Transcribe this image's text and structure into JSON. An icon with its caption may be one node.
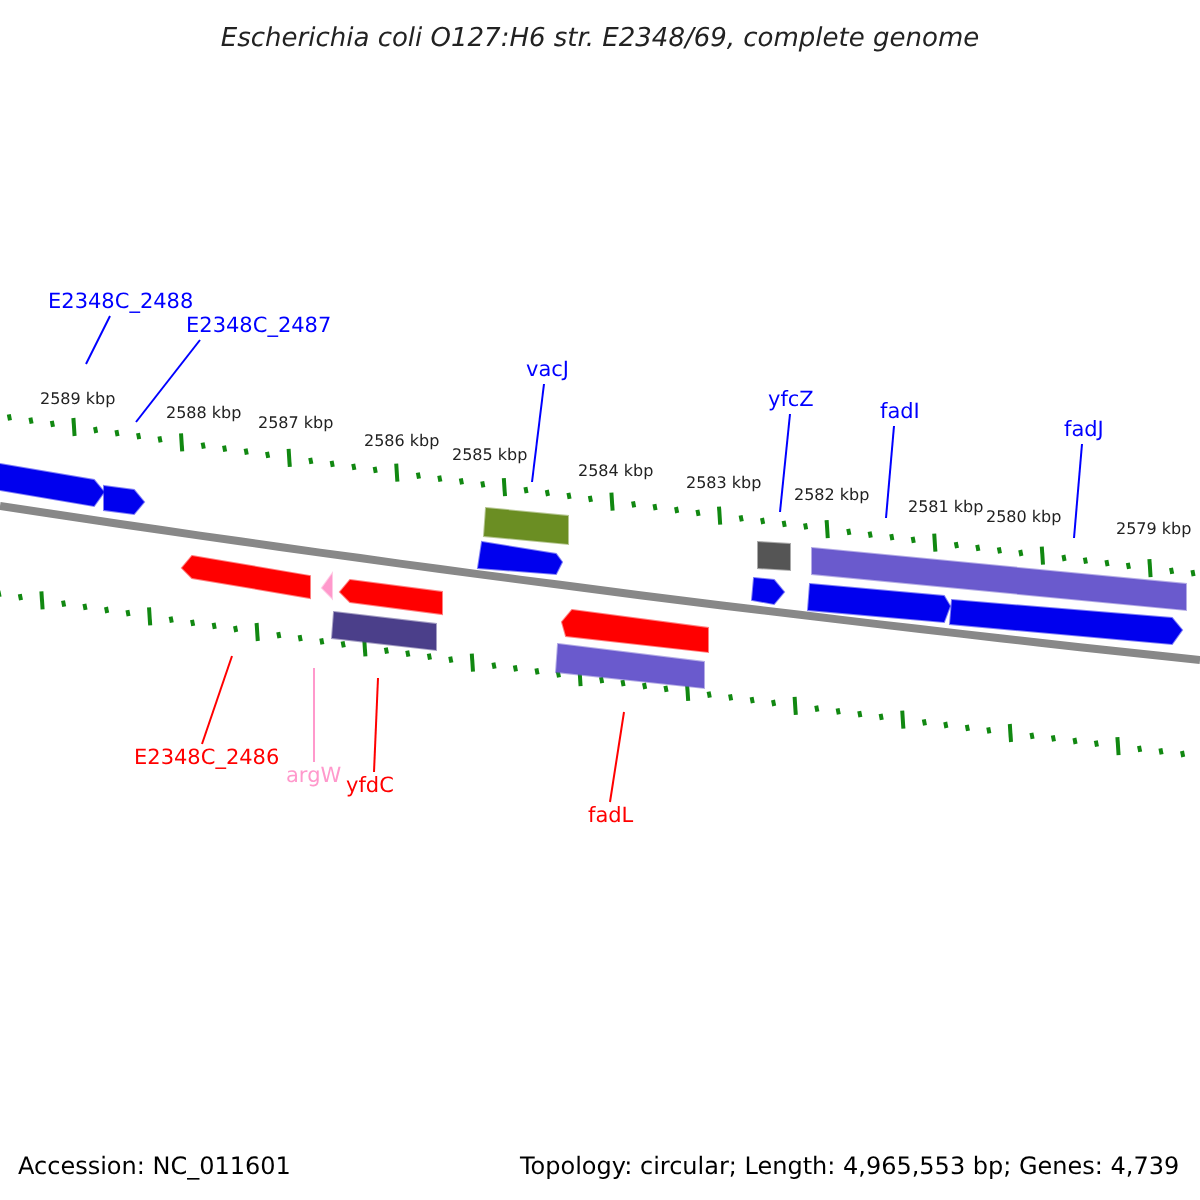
{
  "diagram": {
    "title": "Escherichia coli O127:H6 str. E2348/69, complete genome",
    "nodes": [
      {
        "text": [
          "E2348C_2488"
        ]
      },
      {
        "text": [
          "E2348C_2487"
        ]
      },
      {
        "text": [
          "vacJ"
        ]
      },
      {
        "text": [
          "yfcZ"
        ]
      },
      {
        "text": [
          "fadI"
        ]
      },
      {
        "text": [
          "fadJ"
        ]
      },
      {
        "text": [
          "E2348C_2486"
        ]
      },
      {
        "text": [
          "argW"
        ]
      },
      {
        "text": [
          "yfdC"
        ]
      },
      {
        "text": [
          "fadL"
        ]
      }
    ],
    "edges": [
      {
        "from": 0,
        "to": null,
        "arrow": "none"
      },
      {
        "from": 1,
        "to": null,
        "arrow": "none"
      },
      {
        "from": 2,
        "to": null,
        "arrow": "none"
      },
      {
        "from": 3,
        "to": null,
        "arrow": "none"
      },
      {
        "from": 4,
        "to": null,
        "arrow": "none"
      },
      {
        "from": 5,
        "to": null,
        "arrow": "none"
      },
      {
        "from": 6,
        "to": null,
        "arrow": "none",
        "color": "#ff0000"
      },
      {
        "from": 7,
        "to": null,
        "arrow": "none",
        "color": "#ff99cc"
      },
      {
        "from": 8,
        "to": null,
        "arrow": "none",
        "color": "#ff0000"
      },
      {
        "from": 9,
        "to": null,
        "arrow": "none",
        "color": "#ff0000"
      }
    ],
    "labels": [
      "2589 kbp",
      "2588 kbp",
      "2587 kbp",
      "2586 kbp",
      "2585 kbp",
      "2584 kbp",
      "2583 kbp",
      "2582 kbp",
      "2581 kbp",
      "2580 kbp",
      "2579 kbp",
      "Accession: NC_011601",
      "Topology: circular; Length: 4,965,553 bp; Genes: 4,739"
    ]
  }
}
